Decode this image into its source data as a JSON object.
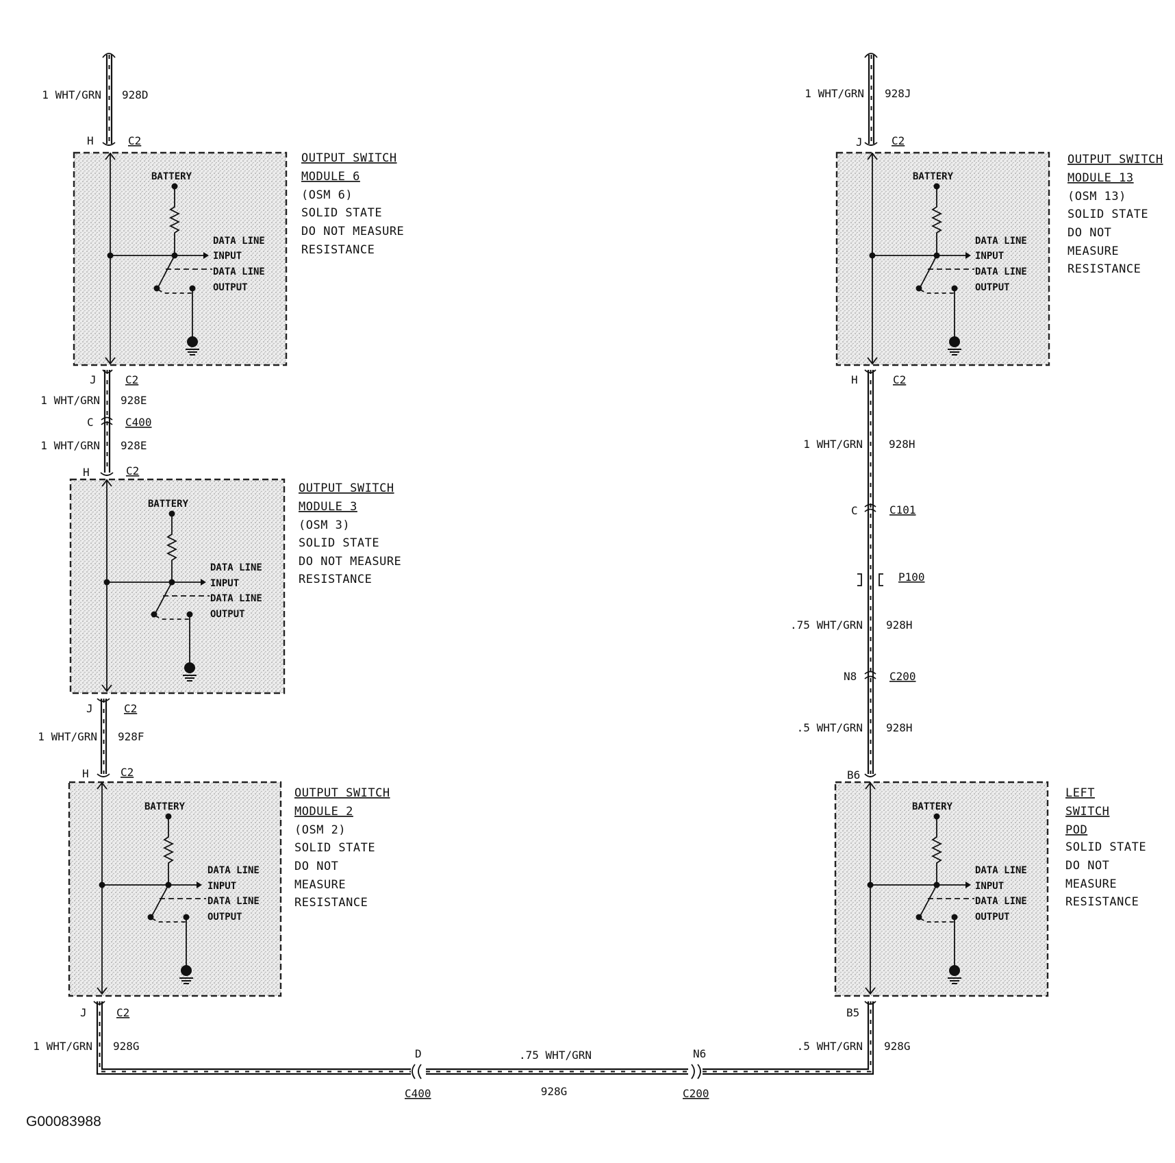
{
  "modules": {
    "osm6": {
      "title1": "OUTPUT SWITCH",
      "title2": "MODULE 6",
      "title3": "(OSM 6)",
      "desc": [
        "SOLID STATE",
        "DO NOT MEASURE",
        "RESISTANCE"
      ],
      "in_pin": "H",
      "out_pin": "J",
      "connector": "C2"
    },
    "osm3": {
      "title1": "OUTPUT SWITCH",
      "title2": "MODULE 3",
      "title3": "(OSM 3)",
      "desc": [
        "SOLID STATE",
        "DO NOT MEASURE",
        "RESISTANCE"
      ],
      "in_pin": "H",
      "out_pin": "J",
      "connector": "C2"
    },
    "osm2": {
      "title1": "OUTPUT SWITCH",
      "title2": "MODULE 2",
      "title3": "(OSM 2)",
      "desc": [
        "SOLID STATE",
        "DO NOT",
        "MEASURE",
        "RESISTANCE"
      ],
      "in_pin": "H",
      "out_pin": "J",
      "connector": "C2"
    },
    "osm13": {
      "title1": "OUTPUT SWITCH",
      "title2": "MODULE 13",
      "title3": "(OSM 13)",
      "desc": [
        "SOLID STATE",
        "DO NOT",
        "MEASURE",
        "RESISTANCE"
      ],
      "in_pin": "J",
      "out_pin": "H",
      "connector": "C2"
    },
    "pod": {
      "title1": "LEFT",
      "title2": "SWITCH",
      "title3": "POD",
      "desc": [
        "SOLID STATE",
        "DO NOT",
        "MEASURE",
        "RESISTANCE"
      ],
      "in_pin": "B6",
      "out_pin": "B5",
      "connector": ""
    }
  },
  "internal": {
    "battery": "BATTERY",
    "data_line": "DATA LINE",
    "input": "INPUT",
    "output": "OUTPUT"
  },
  "wires": {
    "w_928d": {
      "gauge": "1 WHT/GRN",
      "circuit": "928D"
    },
    "w_928j": {
      "gauge": "1 WHT/GRN",
      "circuit": "928J"
    },
    "w_928e_a": {
      "gauge": "1 WHT/GRN",
      "circuit": "928E"
    },
    "w_928e_b": {
      "gauge": "1 WHT/GRN",
      "circuit": "928E"
    },
    "w_928f": {
      "gauge": "1 WHT/GRN",
      "circuit": "928F"
    },
    "w_928g_left": {
      "gauge": "1 WHT/GRN",
      "circuit": "928G"
    },
    "w_928g_mid": {
      "gauge": ".75 WHT/GRN",
      "circuit": "928G"
    },
    "w_928g_right": {
      "gauge": ".5 WHT/GRN",
      "circuit": "928G"
    },
    "w_928h_a": {
      "gauge": "1 WHT/GRN",
      "circuit": "928H"
    },
    "w_928h_b": {
      "gauge": ".75 WHT/GRN",
      "circuit": "928H"
    },
    "w_928h_c": {
      "gauge": ".5 WHT/GRN",
      "circuit": "928H"
    }
  },
  "connectors": {
    "c400_left": {
      "pin": "C",
      "name": "C400"
    },
    "c400_bottom": {
      "pin": "D",
      "name": "C400"
    },
    "c200_bottom": {
      "pin": "N6",
      "name": "C200"
    },
    "c101": {
      "pin": "C",
      "name": "C101"
    },
    "p100": {
      "name": "P100"
    },
    "c200_right": {
      "pin": "N8",
      "name": "C200"
    }
  },
  "figure_id": "G00083988"
}
